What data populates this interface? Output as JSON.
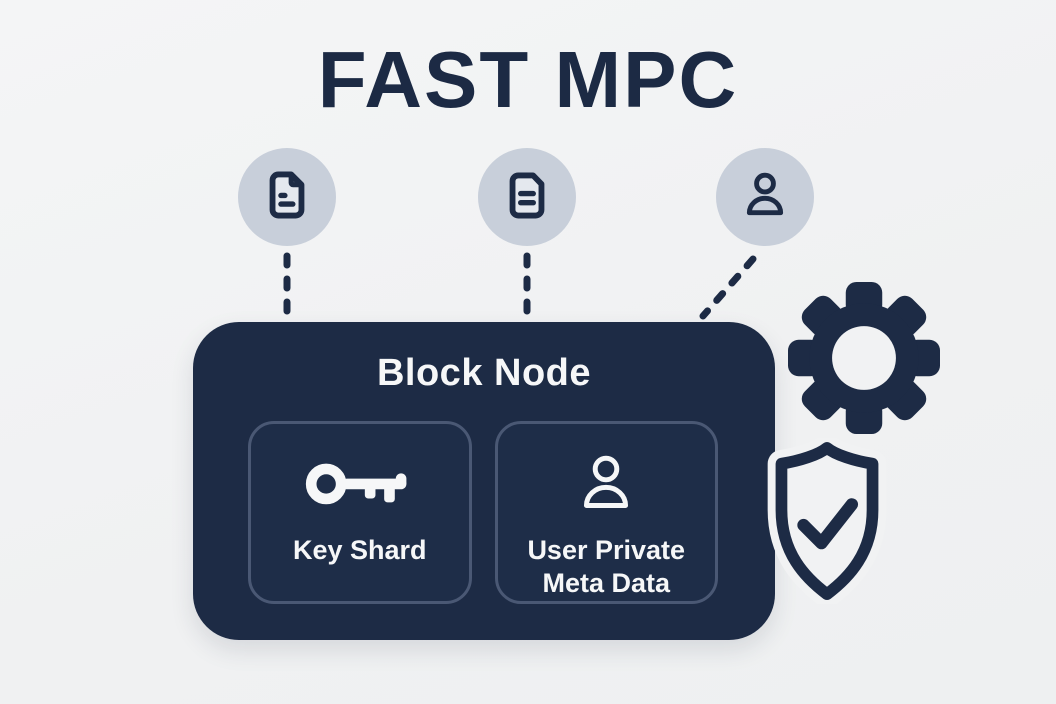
{
  "title": "FAST MPC",
  "colors": {
    "background": "#f1f2f3",
    "navy": "#1d2b45",
    "circle_fill": "#c8cfda",
    "document_fill": "#e4e8ee",
    "card_border": "#4a5874",
    "light_text": "#f6f7f8"
  },
  "sources": [
    {
      "icon": "document-icon"
    },
    {
      "icon": "document-icon"
    },
    {
      "icon": "user-icon"
    }
  ],
  "block_node": {
    "title": "Block Node",
    "cards": [
      {
        "icon": "key-icon",
        "label": "Key Shard"
      },
      {
        "icon": "user-icon",
        "label": "User Private Meta Data"
      }
    ]
  },
  "badges": [
    {
      "icon": "gear-icon"
    },
    {
      "icon": "shield-check-icon"
    }
  ]
}
